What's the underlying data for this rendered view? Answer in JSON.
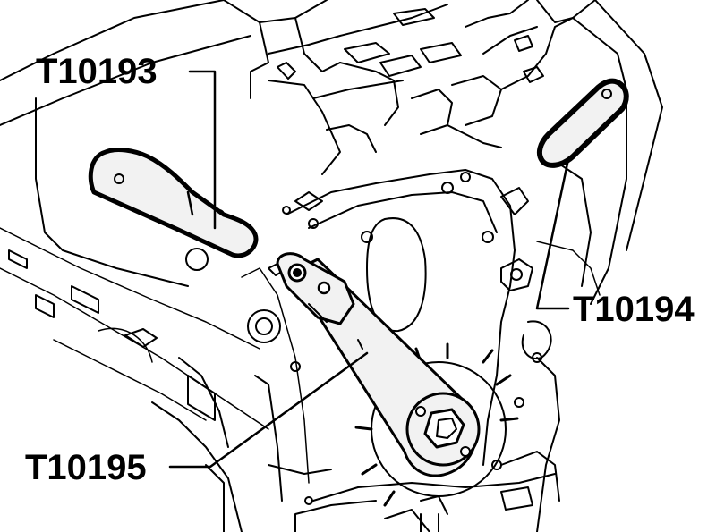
{
  "figure": {
    "background": "#ffffff",
    "line_color": "#000000",
    "tool_fill": "#f2f2f2"
  },
  "labels": {
    "tool_left": "T10193",
    "tool_right": "T10194",
    "tool_bottom": "T10195"
  }
}
